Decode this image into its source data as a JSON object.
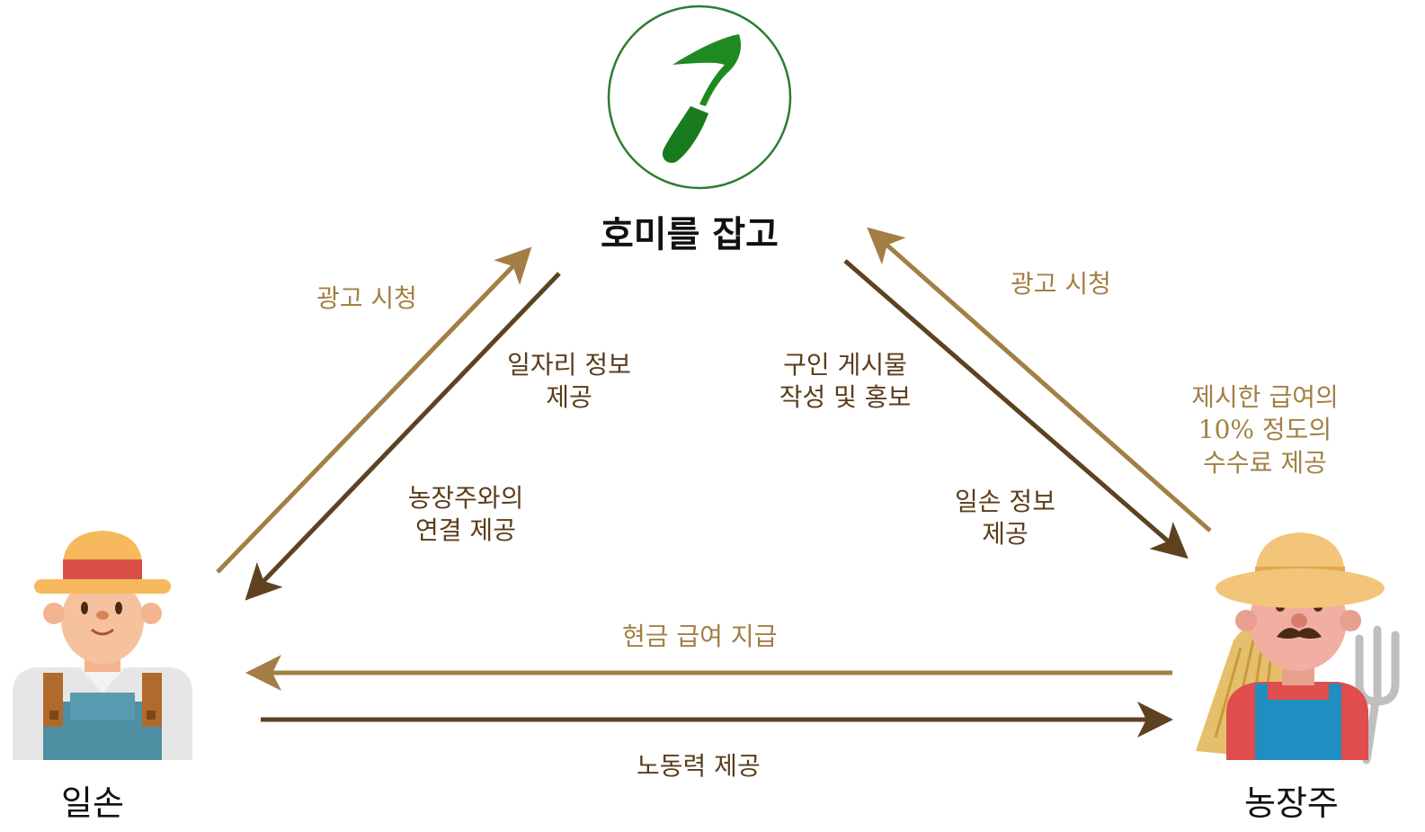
{
  "title": "호미를 잡고",
  "nodes": {
    "worker": "일손",
    "farmer": "농장주"
  },
  "icons": {
    "logo": "hoe-logo-icon",
    "worker": "worker-avatar-icon",
    "farmer": "farmer-avatar-icon"
  },
  "labels": {
    "left_ad": "광고 시청",
    "job_info_1": "일자리 정보",
    "job_info_2": "제공",
    "connect_1": "농장주와의",
    "connect_2": "연결 제공",
    "post_1": "구인 게시물",
    "post_2": "작성 및 홍보",
    "right_ad": "광고 시청",
    "fee_1": "제시한 급여의",
    "fee_2": "10% 정도의",
    "fee_3": "수수료 제공",
    "worker_info_1": "일손 정보",
    "worker_info_2": "제공",
    "wage": "현금 급여 지급",
    "labor": "노동력 제공"
  },
  "colors": {
    "gold_arrow": "#a37f45",
    "dark_arrow": "#5e4220",
    "logo_green": "#1f8a22"
  }
}
